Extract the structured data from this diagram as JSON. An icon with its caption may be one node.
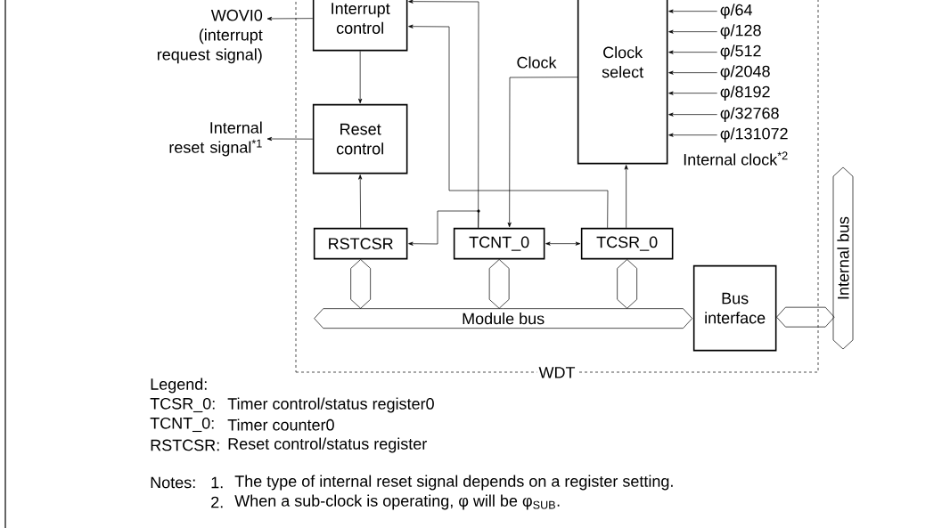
{
  "diagram": {
    "nodes": [
      {
        "text": [
          "WDT"
        ]
      },
      {
        "text": [
          "Interrupt control"
        ],
        "in": 0
      },
      {
        "text": [
          "Reset control"
        ],
        "in": 0
      },
      {
        "text": [
          "Clock select"
        ],
        "in": 0
      },
      {
        "text": [
          "RSTCSR"
        ],
        "in": 0
      },
      {
        "text": [
          "TCNT_0"
        ],
        "in": 0
      },
      {
        "text": [
          "TCSR_0"
        ],
        "in": 0
      },
      {
        "text": [
          "Bus interface"
        ],
        "in": 0
      },
      {
        "text": [
          "Module bus"
        ],
        "in": 0
      },
      {
        "text": [
          "Internal bus"
        ]
      },
      {
        "text": [
          "WOVI0",
          "(interrupt request signal)"
        ]
      },
      {
        "text": [
          "Internal reset signal$^{*1}$"
        ]
      },
      {
        "text": [
          "φ/64"
        ],
        "in": 0
      },
      {
        "text": [
          "φ/128"
        ],
        "in": 0
      },
      {
        "text": [
          "φ/512"
        ],
        "in": 0
      },
      {
        "text": [
          "φ/2048"
        ],
        "in": 0
      },
      {
        "text": [
          "φ/8192"
        ],
        "in": 0
      },
      {
        "text": [
          "φ/32768"
        ],
        "in": 0
      },
      {
        "text": [
          "φ/131072"
        ],
        "in": 0
      }
    ],
    "edges": [
      {
        "from": 1,
        "to": 10,
        "arrow": "to"
      },
      {
        "from": 2,
        "to": 11,
        "arrow": "to"
      },
      {
        "from": 1,
        "to": 2,
        "arrow": "to"
      },
      {
        "from": 4,
        "to": 2,
        "arrow": "to"
      },
      {
        "from": 5,
        "to": 1,
        "arrow": "to"
      },
      {
        "from": 5,
        "to": 4,
        "arrow": "to"
      },
      {
        "from": 6,
        "to": 1,
        "arrow": "to"
      },
      {
        "from": 6,
        "to": 3,
        "arrow": "to"
      },
      {
        "from": 3,
        "to": 5,
        "arrow": "to",
        "label": "Clock"
      },
      {
        "from": 5,
        "to": 6,
        "arrow": "both"
      },
      {
        "from": 12,
        "to": 3,
        "arrow": "to"
      },
      {
        "from": 13,
        "to": 3,
        "arrow": "to"
      },
      {
        "from": 14,
        "to": 3,
        "arrow": "to"
      },
      {
        "from": 15,
        "to": 3,
        "arrow": "to"
      },
      {
        "from": 16,
        "to": 3,
        "arrow": "to"
      },
      {
        "from": 17,
        "to": 3,
        "arrow": "to"
      },
      {
        "from": 18,
        "to": 3,
        "arrow": "to"
      },
      {
        "from": 4,
        "to": 8,
        "arrow": "both"
      },
      {
        "from": 5,
        "to": 8,
        "arrow": "both"
      },
      {
        "from": 6,
        "to": 8,
        "arrow": "both"
      },
      {
        "from": 7,
        "to": 9,
        "arrow": "both"
      }
    ],
    "labels": [
      "Internal clock$^{*2}$",
      "Legend:",
      "TCSR_0:",
      "Timer control/status register0",
      "TCNT_0:",
      "Timer counter0",
      "RSTCSR:",
      "Reset control/status register",
      "Notes:",
      "1.",
      "The type of internal reset signal depends on a register setting.",
      "2.",
      "When a sub-clock is operating, φ will be φ$_{SUB}$."
    ]
  }
}
